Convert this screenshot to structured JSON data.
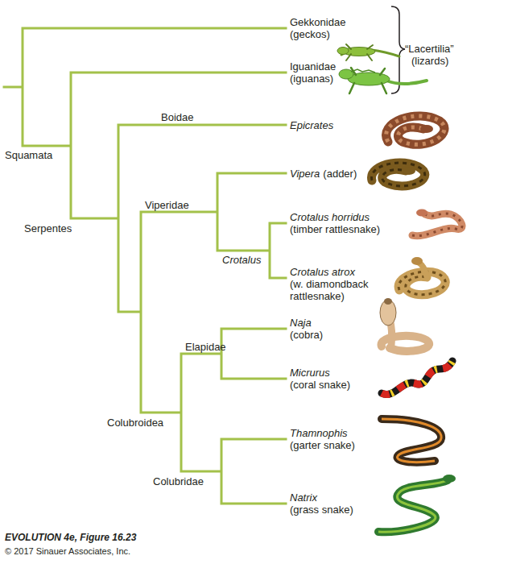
{
  "diagram": {
    "labels": [
      "Gekkonidae",
      "(geckos)",
      "Iguanidae",
      "(iguanas)",
      "“Lacertilia”",
      "(lizards)",
      "Squamata",
      "Boidae",
      "Epicrates",
      "Serpentes",
      "Viperidae",
      "Vipera",
      "(adder)",
      "Crotalus",
      "Crotalus horridus",
      "(timber rattlesnake)",
      "Crotalus atrox",
      "(w. diamondback rattlesnake)",
      "Elapidae",
      "Naja",
      "(cobra)",
      "Micrurus",
      "(coral snake)",
      "Colubroidea",
      "Thamnophis",
      "(garter snake)",
      "Colubridae",
      "Natrix",
      "(grass snake)",
      "EVOLUTION 4e, Figure 16.23",
      "© 2017 Sinauer Associates, Inc."
    ]
  }
}
